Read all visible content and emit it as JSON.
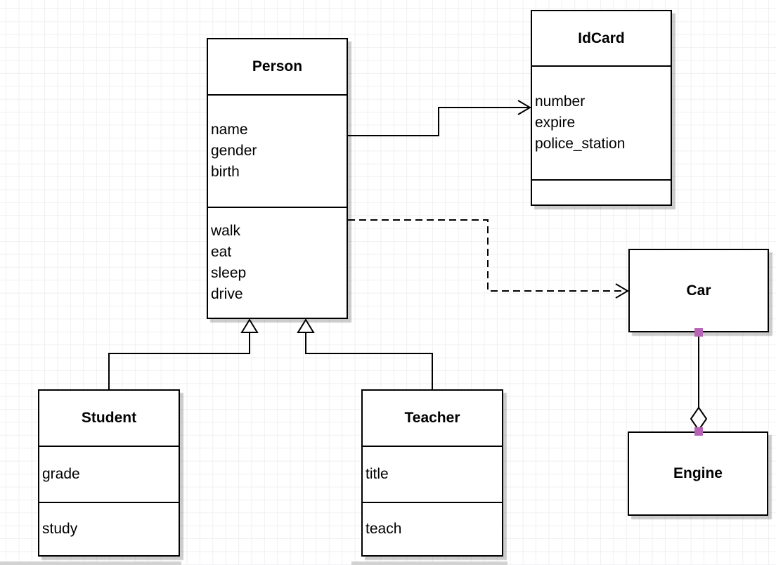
{
  "diagram_type": "uml-class-diagram",
  "classes": {
    "person": {
      "name": "Person",
      "attributes": [
        "name",
        "gender",
        "birth"
      ],
      "methods": [
        "walk",
        "eat",
        "sleep",
        "drive"
      ]
    },
    "idcard": {
      "name": "IdCard",
      "attributes": [
        "number",
        "expire",
        "police_station"
      ],
      "methods": []
    },
    "car": {
      "name": "Car",
      "attributes": [],
      "methods": []
    },
    "engine": {
      "name": "Engine",
      "attributes": [],
      "methods": []
    },
    "student": {
      "name": "Student",
      "attributes": [
        "grade"
      ],
      "methods": [
        "study"
      ]
    },
    "teacher": {
      "name": "Teacher",
      "attributes": [
        "title"
      ],
      "methods": [
        "teach"
      ]
    }
  },
  "relationships": [
    {
      "from": "Person",
      "to": "IdCard",
      "type": "association",
      "line": "solid",
      "arrowhead": "open-vee"
    },
    {
      "from": "Person",
      "to": "Car",
      "type": "dependency",
      "line": "dashed",
      "arrowhead": "open-vee"
    },
    {
      "from": "Student",
      "to": "Person",
      "type": "generalization",
      "line": "solid",
      "arrowhead": "hollow-triangle"
    },
    {
      "from": "Teacher",
      "to": "Person",
      "type": "generalization",
      "line": "solid",
      "arrowhead": "hollow-triangle"
    },
    {
      "from": "Car",
      "to": "Engine",
      "type": "aggregation",
      "line": "solid",
      "marker": "hollow-diamond"
    }
  ],
  "colors": {
    "shape_border": "#000000",
    "shape_fill": "#ffffff",
    "shadow": "#d0d0d0",
    "grid_line": "#f0f0f3",
    "connection_handle": "#b564b5"
  }
}
